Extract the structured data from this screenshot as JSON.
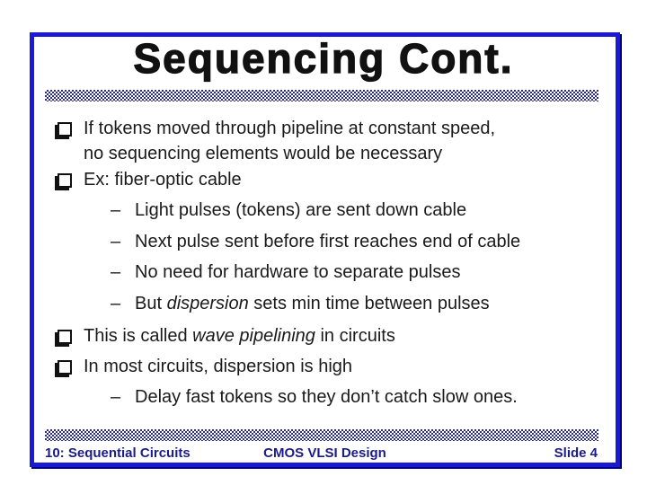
{
  "slide": {
    "title": "Sequencing Cont.",
    "body": {
      "lines": [
        {
          "level": 1,
          "bullet": "shadow-square",
          "parts": [
            {
              "text": "If tokens moved through pipeline at constant speed,"
            }
          ]
        },
        {
          "level": 1,
          "bullet": "none",
          "parts": [
            {
              "text": "no sequencing elements would be necessary"
            }
          ]
        },
        {
          "level": 1,
          "bullet": "shadow-square",
          "parts": [
            {
              "text": "Ex: fiber-optic cable"
            }
          ]
        },
        {
          "level": 2,
          "bullet": "dash",
          "parts": [
            {
              "text": "Light pulses (tokens) are sent down cable"
            }
          ]
        },
        {
          "level": 2,
          "bullet": "dash",
          "parts": [
            {
              "text": "Next pulse sent before first reaches end of cable"
            }
          ]
        },
        {
          "level": 2,
          "bullet": "dash",
          "parts": [
            {
              "text": "No need for hardware to separate pulses"
            }
          ]
        },
        {
          "level": 2,
          "bullet": "dash",
          "parts": [
            {
              "text": "But "
            },
            {
              "text": "dispersion",
              "italic": true
            },
            {
              "text": " sets min time between pulses"
            }
          ]
        },
        {
          "level": 1,
          "bullet": "shadow-square",
          "parts": [
            {
              "text": "This is called "
            },
            {
              "text": "wave pipelining",
              "italic": true
            },
            {
              "text": " in circuits"
            }
          ]
        },
        {
          "level": 1,
          "bullet": "shadow-square",
          "parts": [
            {
              "text": "In most circuits, dispersion is high"
            }
          ]
        },
        {
          "level": 2,
          "bullet": "dash",
          "parts": [
            {
              "text": "Delay fast tokens so they don’t catch slow ones."
            }
          ]
        }
      ],
      "dash_glyph": "–"
    },
    "footer": {
      "left": "10: Sequential Circuits",
      "center": "CMOS VLSI Design",
      "right": "Slide 4"
    },
    "colors": {
      "frame_border": "#1a1ad2",
      "frame_shadow": "#000080",
      "hatch_navy": "#2b2b80",
      "title_text": "#111111",
      "body_text": "#1a1a1a",
      "footer_text": "#1b1b8a"
    }
  }
}
